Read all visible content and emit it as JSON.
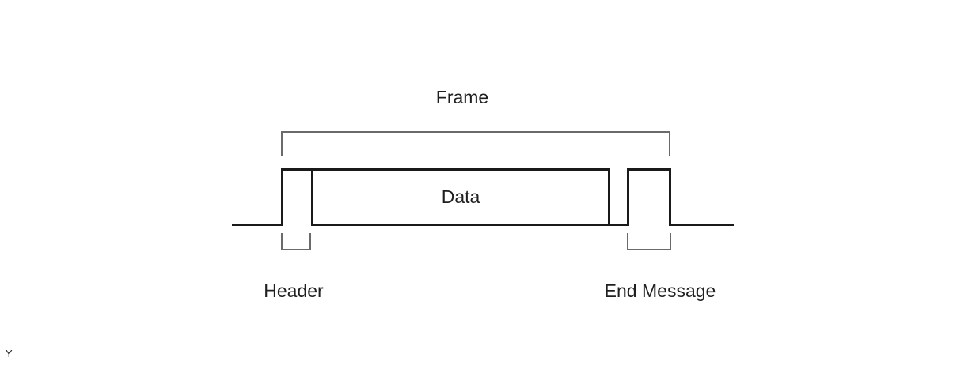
{
  "diagram": {
    "frame_label": "Frame",
    "data_label": "Data",
    "header_label": "Header",
    "end_message_label": "End Message",
    "corner_label": "Y"
  },
  "colors": {
    "signal_line": "#1a1a1a",
    "bracket_line": "#6a6a6a",
    "text": "#1f1f1f",
    "background": "#ffffff"
  }
}
